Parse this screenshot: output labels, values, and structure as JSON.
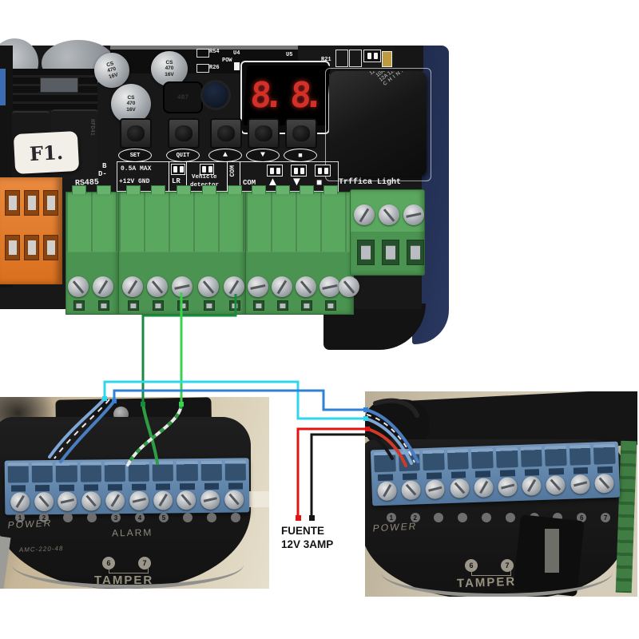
{
  "board": {
    "ref_labels": {
      "r54": "R54",
      "r26": "R26",
      "pow": "POW",
      "u4": "U4",
      "u5": "U5",
      "r21": "R21"
    },
    "display": {
      "digit1": "8.",
      "digit2": "8."
    },
    "buttons": {
      "set": "SET",
      "quit": "QUIT",
      "up": "▲",
      "down": "▼",
      "stop": "■"
    },
    "capacitor": {
      "line1": "CS",
      "line2": "470",
      "line3": "16V"
    },
    "inductor_label": "4R7",
    "fuse_sticker": "F1.",
    "relay_small": "HFD41",
    "relay": {
      "brand": "JQC-3FF",
      "spec1": "12VDC-1ZS(551)",
      "spec2": "10A 277VAC",
      "spec3": "12A 125VAC",
      "origin": "CHINA"
    },
    "terminals": {
      "b": "B",
      "d_minus": "D-",
      "rs485": "RS485",
      "fuse": "0.5A MAX",
      "power": "+12V GND",
      "lr": "LR",
      "vehicle1": "Vehicle",
      "vehicle2": "detector",
      "com_side": "COM",
      "com": "COM",
      "open": "▲",
      "close": "▼",
      "stop": "■",
      "traffic": "Trffica Light"
    }
  },
  "annotation": {
    "line1": "FUENTE",
    "line2": "12V 3AMP"
  },
  "left_device": {
    "power": "POWER",
    "alarm": "ALARM",
    "model": "AMC-220-48",
    "tamper": "TAMPER",
    "pin6": "6",
    "pin7": "7",
    "terminal_dots": [
      "1",
      "2",
      "",
      "",
      "3",
      "4",
      "5",
      "",
      "",
      ""
    ]
  },
  "right_device": {
    "power": "POWER",
    "tamper": "TAMPER",
    "pin6": "6",
    "pin7": "7",
    "terminal_dots": [
      "1",
      "2",
      "",
      "",
      "",
      "",
      "",
      "",
      "6",
      "7"
    ]
  },
  "wires": {
    "dark_green": "#178a3c",
    "light_green": "#39d24f",
    "cyan": "#2ed7ec",
    "blue": "#2f82d8",
    "red": "#e31313",
    "black": "#161616",
    "photo_blue": "#4a7dc0",
    "photo_blue_light": "#7ea6d6",
    "photo_green": "#2e9e44",
    "photo_white": "#e9e9e9",
    "photo_red": "#d03a2a"
  }
}
